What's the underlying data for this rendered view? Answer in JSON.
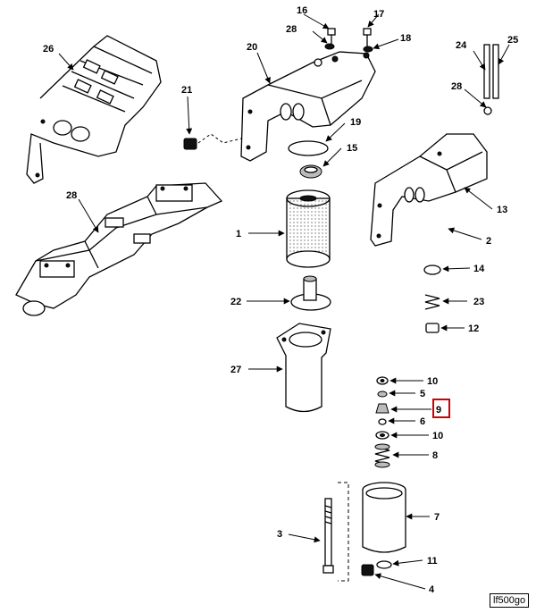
{
  "figure_code": "lf500go",
  "highlighted_callout": "9",
  "callouts": [
    "1",
    "2",
    "3",
    "4",
    "5",
    "6",
    "7",
    "8",
    "9",
    "10",
    "10",
    "11",
    "12",
    "13",
    "14",
    "15",
    "16",
    "17",
    "18",
    "19",
    "20",
    "21",
    "22",
    "23",
    "24",
    "25",
    "26",
    "27",
    "28",
    "28",
    "28"
  ],
  "arrow_icon": "arrowhead-icon"
}
